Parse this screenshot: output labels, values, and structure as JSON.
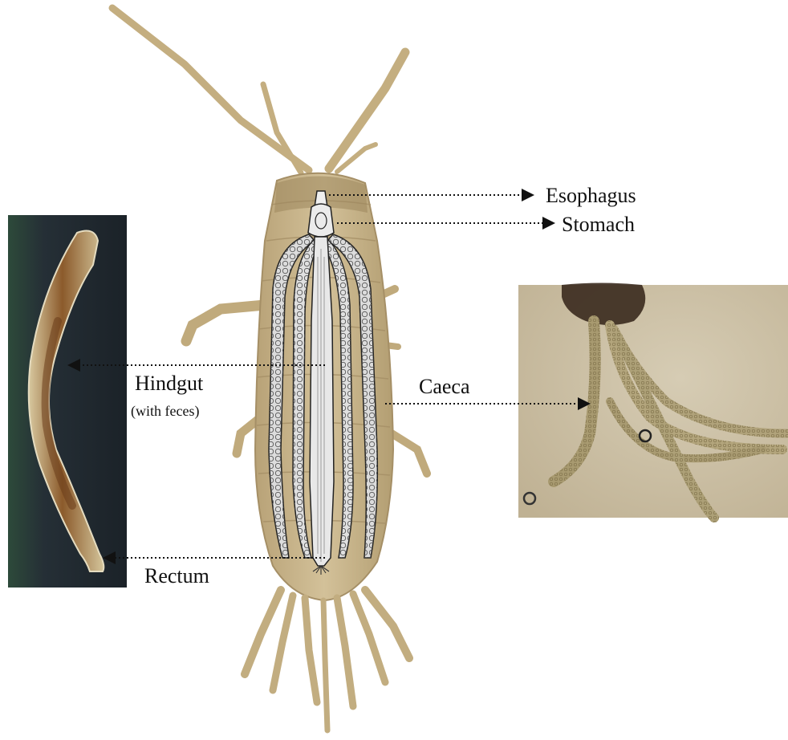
{
  "labels": {
    "esophagus": "Esophagus",
    "stomach": "Stomach",
    "hindgut": "Hindgut",
    "hindgut_note": "(with feces)",
    "caeca": "Caeca",
    "rectum": "Rectum"
  },
  "colors": {
    "body": "#c9b488",
    "body_dark": "#a48d62",
    "gut_fill": "#e4e4e4",
    "gut_outline": "#2a2a2a",
    "photo_left_bg": "#1f2a30",
    "photo_right_bg": "#c9bc9f",
    "hindgut_brown": "#7a4a22",
    "caeca_tube": "#a89a70",
    "pointer": "#111111"
  },
  "pointers": {
    "style": "dotted",
    "head": "arrow"
  }
}
